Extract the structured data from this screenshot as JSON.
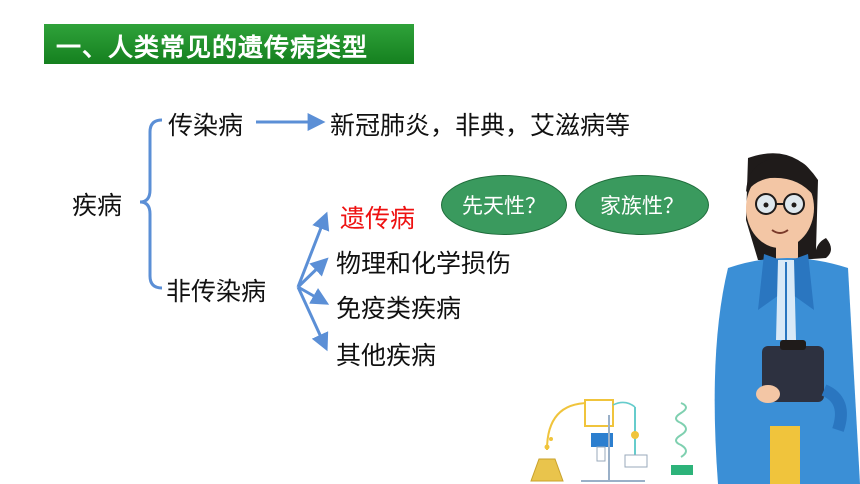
{
  "title": "一、人类常见的遗传病类型",
  "tree": {
    "root": "疾病",
    "infectious": {
      "label": "传染病",
      "examples": "新冠肺炎，非典，艾滋病等"
    },
    "non_infectious": {
      "label": "非传染病",
      "children": [
        {
          "label": "遗传病",
          "highlight": "#ee1111"
        },
        {
          "label": "物理和化学损伤"
        },
        {
          "label": "免疫类疾病"
        },
        {
          "label": "其他疾病"
        }
      ]
    }
  },
  "bubbles": [
    {
      "label": "先天性？"
    },
    {
      "label": "家族性？"
    }
  ],
  "colors": {
    "banner": "#1f8f2c",
    "arrow": "#5b8fd6",
    "bubble": "#3a9a5e",
    "highlight": "#ee1111",
    "coat": "#3b8fd6"
  },
  "icons": [
    "scientist-illustration",
    "lab-equipment-illustration"
  ]
}
